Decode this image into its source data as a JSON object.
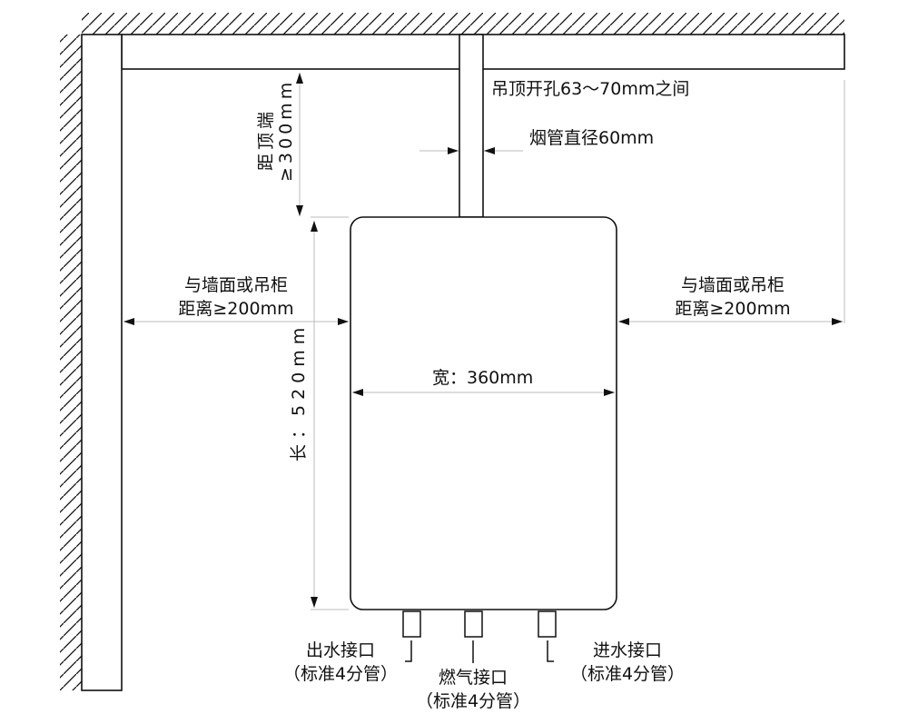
{
  "labels": {
    "ceiling_hole": "吊顶开孔63～70mm之间",
    "flue_diameter": "烟管直径60mm",
    "top_distance_line1": "距顶端",
    "top_distance_line2": "≥300mm",
    "left_clearance_line1": "与墙面或吊柜",
    "left_clearance_line2": "距离≥200mm",
    "right_clearance_line1": "与墙面或吊柜",
    "right_clearance_line2": "距离≥200mm",
    "width": "宽：360mm",
    "length": "长：520mm",
    "outlet_line1": "出水接口",
    "outlet_line2": "（标准4分管）",
    "gas_line1": "燃气接口",
    "gas_line2": "（标准4分管）",
    "inlet_line1": "进水接口",
    "inlet_line2": "（标准4分管）"
  },
  "colors": {
    "line": "#111111",
    "dim_line": "#bbbbbb",
    "background": "#ffffff"
  }
}
